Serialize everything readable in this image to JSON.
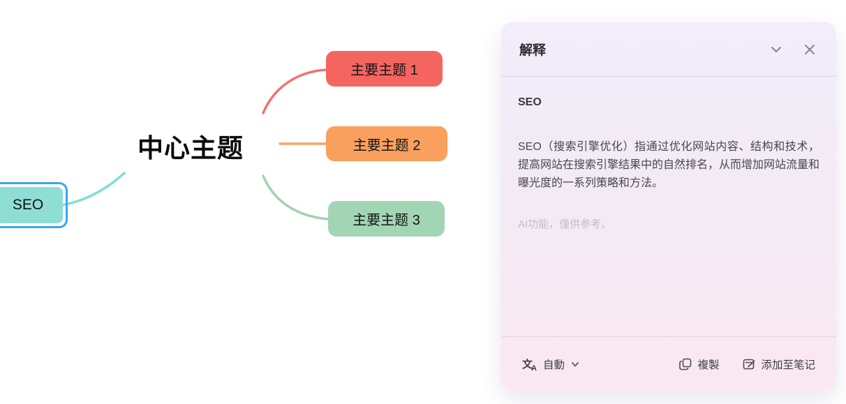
{
  "mindmap": {
    "central_topic": "中心主题",
    "branches": [
      {
        "label": "主要主题 1",
        "color": "#f4655f"
      },
      {
        "label": "主要主题 2",
        "color": "#f9a05f"
      },
      {
        "label": "主要主题 3",
        "color": "#a2d5b4"
      }
    ],
    "connectors": {
      "branch1": "#f4716a",
      "branch2": "#f9a468",
      "branch3": "#9fd3b2",
      "floating": "#7eded6"
    },
    "floating_topic": {
      "label": "SEO",
      "color": "#8fded6",
      "selection_color": "#35a7f2"
    }
  },
  "panel": {
    "title": "解释",
    "term": "SEO",
    "definition": "SEO（搜索引擎优化）指通过优化网站内容、结构和技术，提高网站在搜索引擎结果中的自然排名，从而增加网站流量和曝光度的一系列策略和方法。",
    "disclaimer": "AI功能，僅供参考。",
    "footer": {
      "language_label": "自動",
      "copy_label": "複製",
      "add_note_label": "添加至笔记",
      "translate_glyph_primary": "文",
      "translate_glyph_secondary": "A"
    }
  }
}
